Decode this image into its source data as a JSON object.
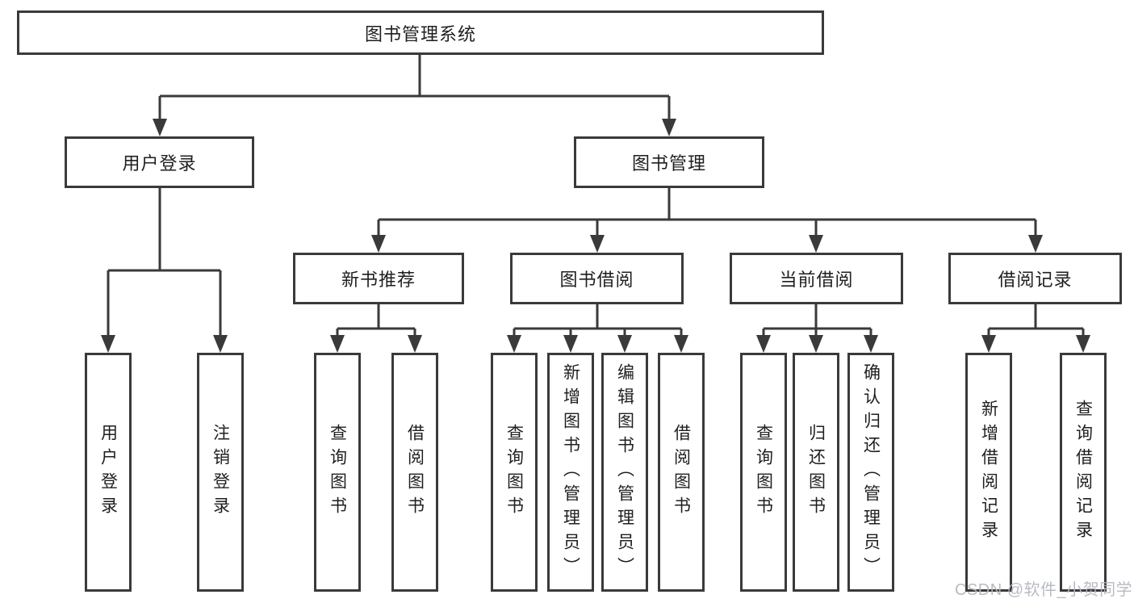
{
  "diagram": {
    "root": {
      "label": "图书管理系统"
    },
    "branches": [
      {
        "label": "用户登录",
        "children": [
          "用户登录",
          "注销登录"
        ]
      },
      {
        "label": "图书管理",
        "groups": [
          {
            "label": "新书推荐",
            "children": [
              "查询图书",
              "借阅图书"
            ]
          },
          {
            "label": "图书借阅",
            "children": [
              "查询图书",
              "新增图书（管理员）",
              "编辑图书（管理员）",
              "借阅图书"
            ]
          },
          {
            "label": "当前借阅",
            "children": [
              "查询图书",
              "归还图书",
              "确认归还（管理员）"
            ]
          },
          {
            "label": "借阅记录",
            "children": [
              "新增借阅记录",
              "查询借阅记录"
            ]
          }
        ]
      }
    ]
  },
  "watermark": {
    "text": "CSDN @软件_小贺同学",
    "color": "#b3b6bd"
  },
  "colors": {
    "line": "#3a3a3a",
    "box_border": "#3a3a3a",
    "box_background": "#ffffff",
    "text": "#1f1f1f",
    "page_background": "#ffffff"
  }
}
